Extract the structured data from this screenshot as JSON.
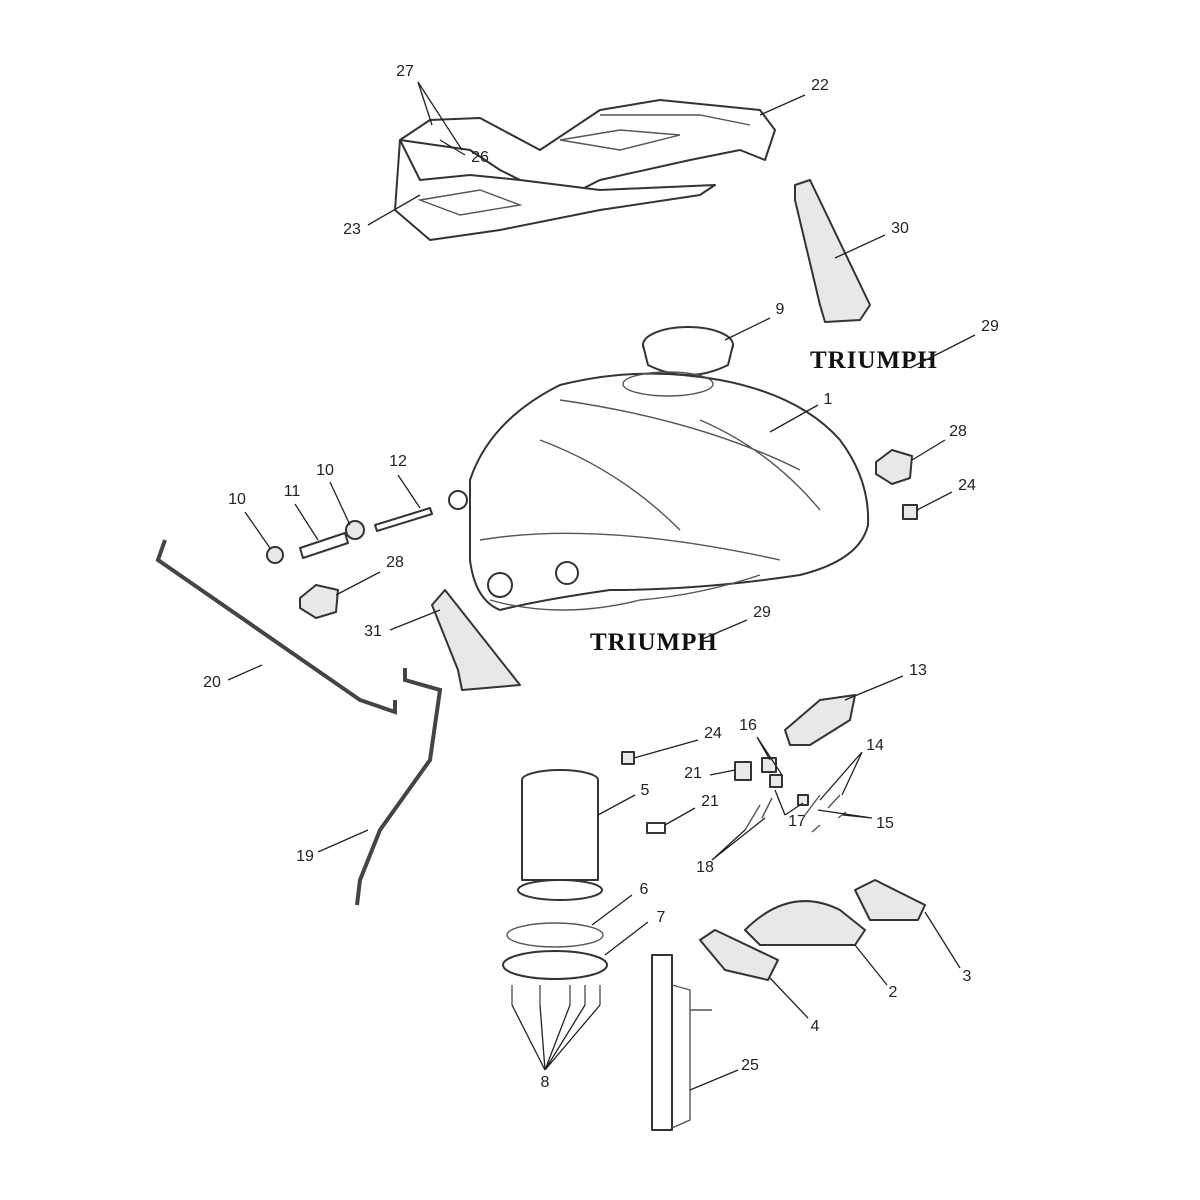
{
  "title": "Fuel tank parts diagram",
  "brand_logo": "TRIUMPH",
  "callouts": [
    "27",
    "22",
    "26",
    "23",
    "30",
    "9",
    "29",
    "1",
    "28",
    "24",
    "12",
    "10",
    "10",
    "11",
    "28",
    "29",
    "31",
    "20",
    "13",
    "16",
    "24",
    "14",
    "21",
    "5",
    "21",
    "17",
    "15",
    "18",
    "19",
    "6",
    "7",
    "3",
    "2",
    "4",
    "25",
    "8"
  ]
}
